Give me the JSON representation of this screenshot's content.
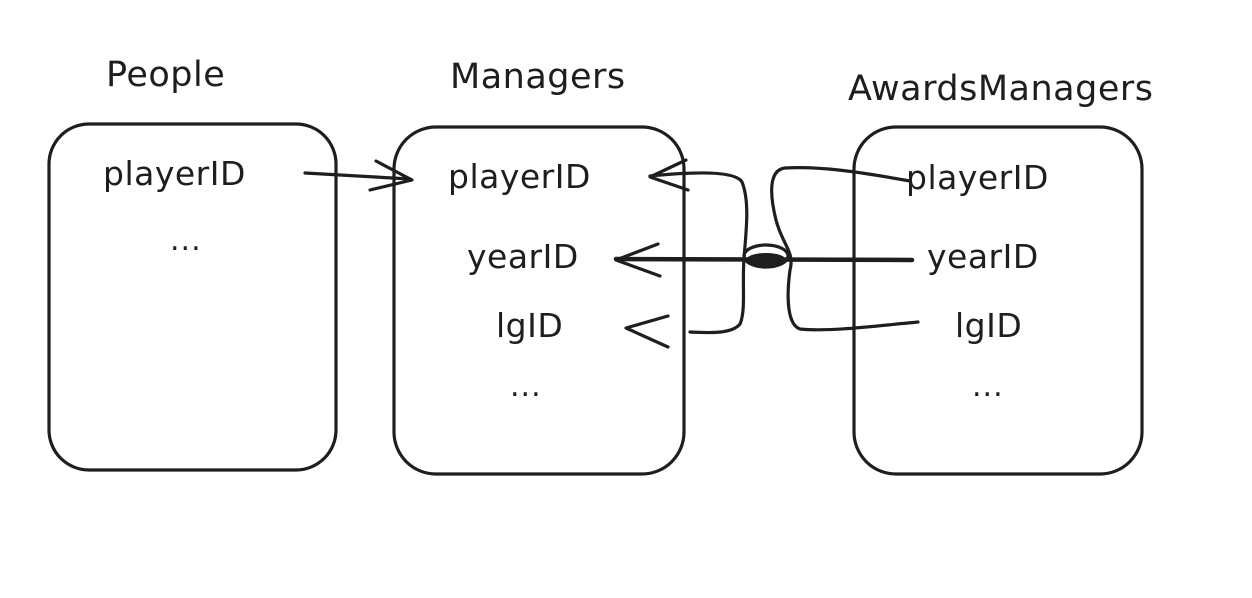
{
  "tables": {
    "people": {
      "title": "People",
      "fields": [
        "playerID",
        "..."
      ]
    },
    "managers": {
      "title": "Managers",
      "fields": [
        "playerID",
        "yearID",
        "lgID",
        "..."
      ]
    },
    "awards_managers": {
      "title": "AwardsManagers",
      "fields": [
        "playerID",
        "yearID",
        "lgID",
        "..."
      ]
    }
  },
  "relationships": [
    {
      "from": "People.playerID",
      "to": "Managers.playerID"
    },
    {
      "from": "AwardsManagers.playerID",
      "to": "Managers.playerID"
    },
    {
      "from": "AwardsManagers.yearID",
      "to": "Managers.yearID"
    },
    {
      "from": "AwardsManagers.lgID",
      "to": "Managers.lgID"
    }
  ],
  "colors": {
    "stroke": "#1e1e1e",
    "background": "#ffffff"
  }
}
